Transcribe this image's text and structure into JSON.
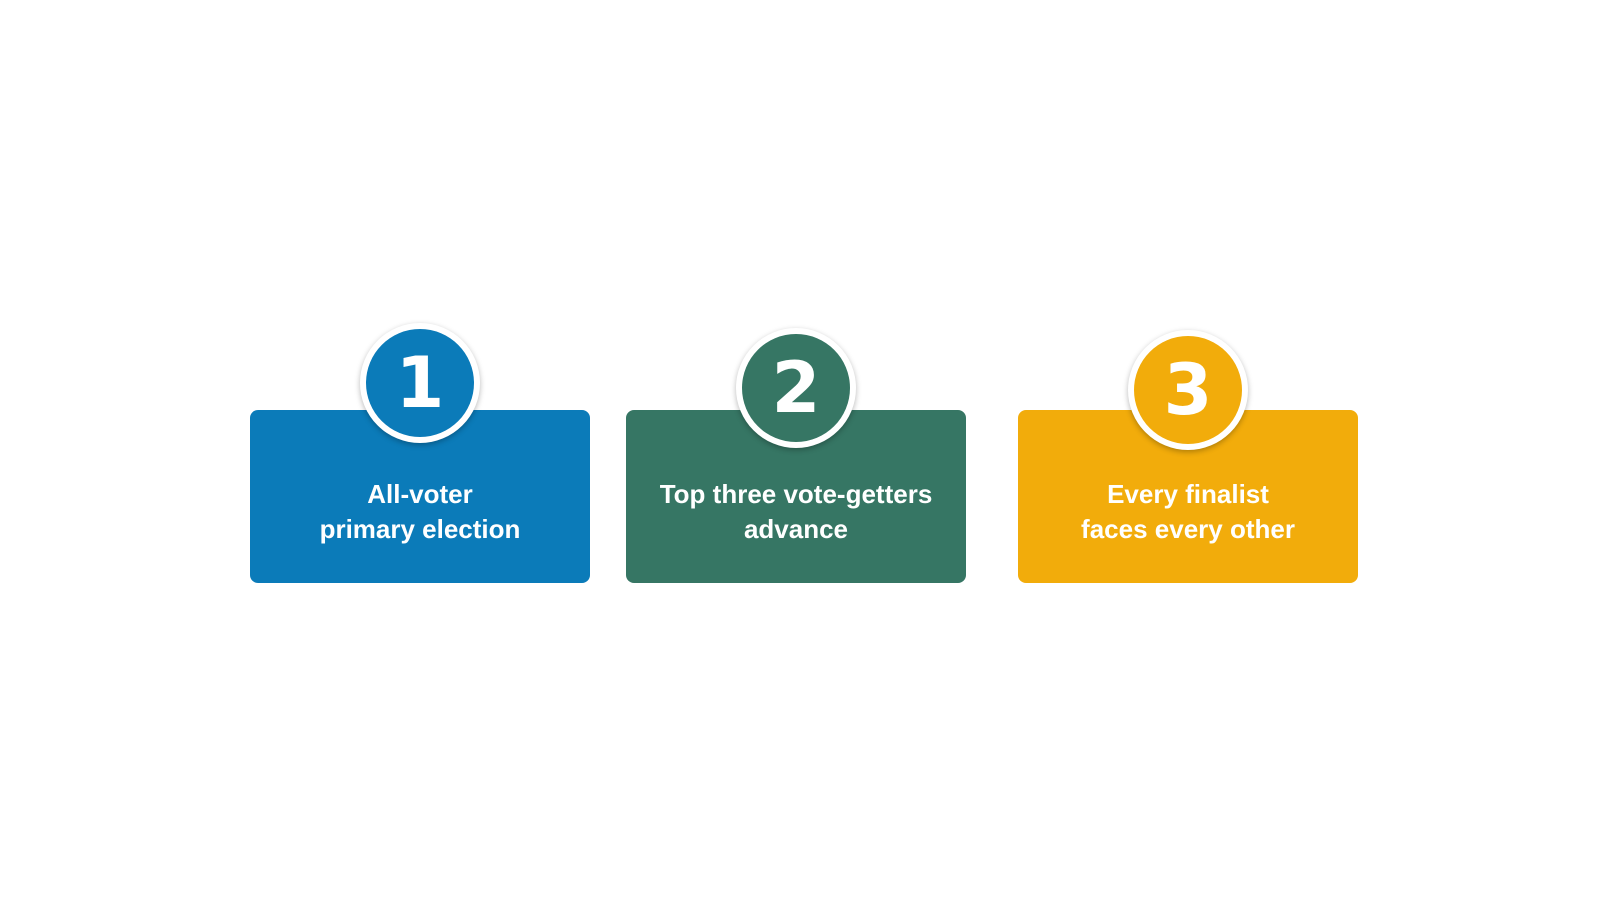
{
  "steps": [
    {
      "number": "1",
      "text": "All-voter\nprimary election",
      "color": "#0b7bb9"
    },
    {
      "number": "2",
      "text": "Top three vote-getters\nadvance",
      "color": "#367664"
    },
    {
      "number": "3",
      "text": "Every finalist\nfaces every other",
      "color": "#f2ac0b"
    }
  ]
}
